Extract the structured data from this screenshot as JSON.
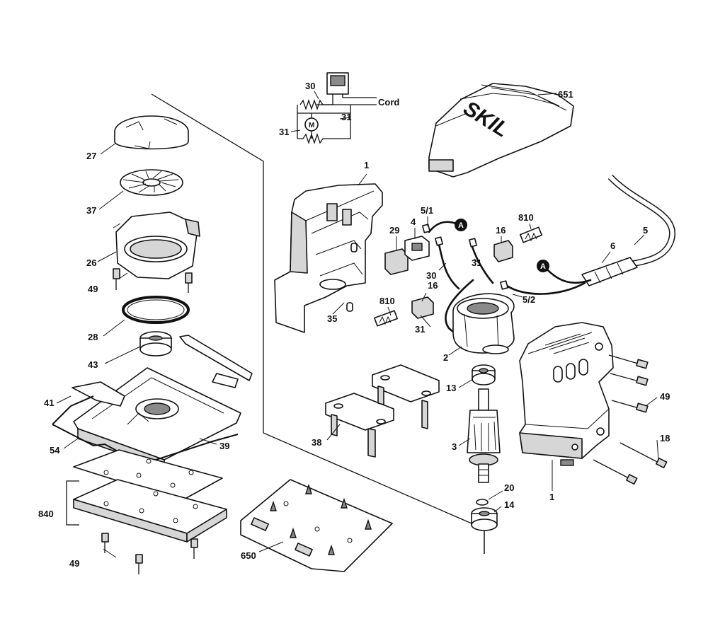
{
  "diagram": {
    "brand": "SKIL",
    "marker_letter": "A",
    "schematic": {
      "switch_label": "30",
      "cord_label": "Cord",
      "resistor_label_right": "31",
      "resistor_label_left": "31",
      "motor_label": "M"
    },
    "callouts": {
      "c27": "27",
      "c37": "37",
      "c26": "26",
      "c49a": "49",
      "c28": "28",
      "c43": "43",
      "c41": "41",
      "c54": "54",
      "c39": "39",
      "c840": "840",
      "c49b": "49",
      "c650": "650",
      "c38": "38",
      "c35": "35",
      "c1a": "1",
      "c29": "29",
      "c4": "4",
      "c5_1": "5/1",
      "c16a": "16",
      "c810a": "810",
      "c5": "5",
      "c6": "6",
      "c30": "30",
      "c31a": "31",
      "c810b": "810",
      "c16b": "16",
      "c31b": "31",
      "c5_2": "5/2",
      "c2": "2",
      "c13": "13",
      "c3": "3",
      "c20": "20",
      "c14": "14",
      "c49c": "49",
      "c18": "18",
      "c1b": "1",
      "c651": "651"
    }
  }
}
